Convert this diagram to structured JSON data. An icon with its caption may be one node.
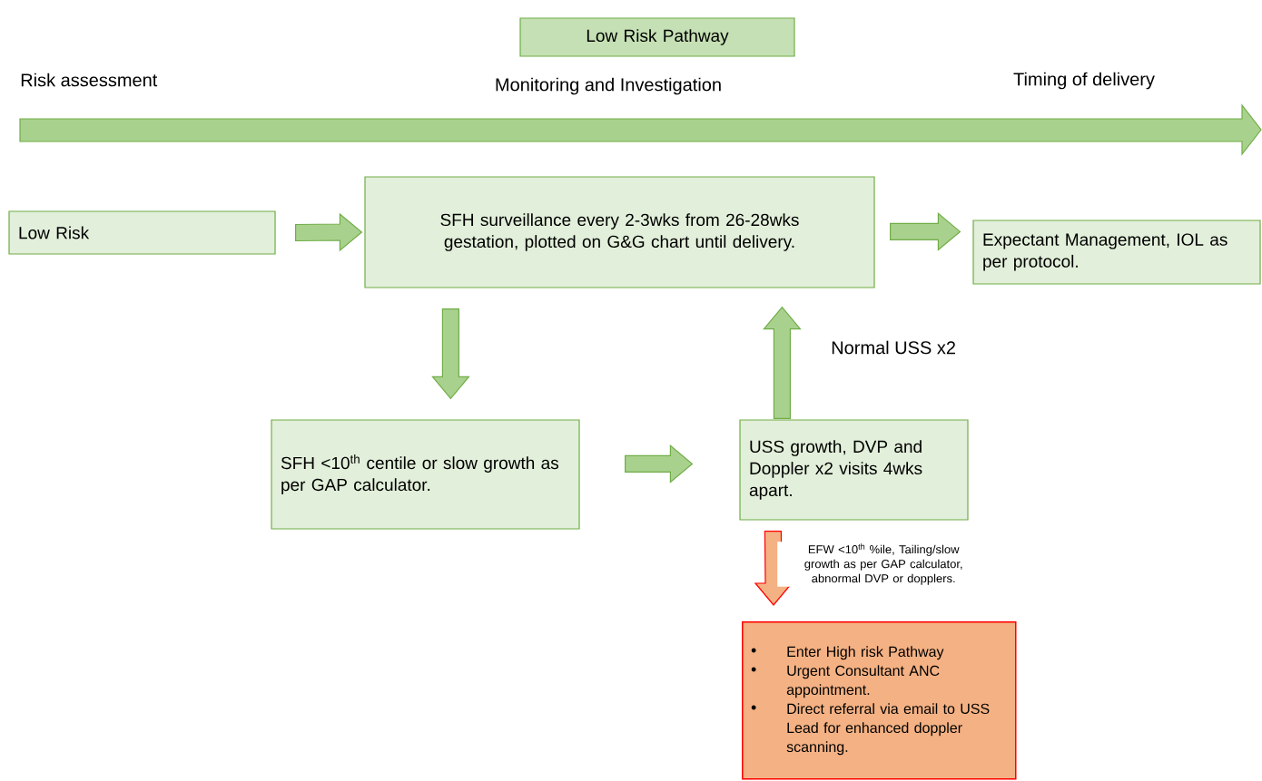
{
  "diagram": {
    "nodes": [
      {
        "text": [
          "Low Risk Pathway"
        ]
      },
      {
        "text": [
          "Low Risk"
        ]
      },
      {
        "text": [
          "SFH surveillance every 2-3wks from 26-28wks gestation, plotted on G&G chart until delivery."
        ]
      },
      {
        "text": [
          "Expectant Management, IOL as per protocol."
        ]
      },
      {
        "text": [
          "SFH <10$^{th}$ centile or slow growth as per GAP calculator."
        ]
      },
      {
        "text": [
          "USS growth, DVP and Doppler x2 visits 4wks apart."
        ]
      },
      {
        "text": [
          "Enter High risk Pathway",
          "Urgent Consultant ANC appointment.",
          "Direct referral via email to USS Lead for enhanced doppler scanning."
        ]
      }
    ],
    "edges": [
      {
        "from": 1,
        "to": 2,
        "arrow": "to"
      },
      {
        "from": 2,
        "to": 3,
        "arrow": "to"
      },
      {
        "from": 2,
        "to": 4,
        "arrow": "to"
      },
      {
        "from": 4,
        "to": 5,
        "arrow": "to"
      },
      {
        "from": 5,
        "to": 2,
        "arrow": "to",
        "label": "Normal USS x2"
      },
      {
        "from": 5,
        "to": 6,
        "arrow": "to",
        "label": "EFW <10$^{th}$ %ile, Tailing/slow growth as per GAP calculator, abnormal DVP or dopplers.",
        "color": "#ff0000"
      }
    ],
    "labels": [
      "Risk assessment",
      "Monitoring and Investigation",
      "Timing of delivery"
    ]
  }
}
